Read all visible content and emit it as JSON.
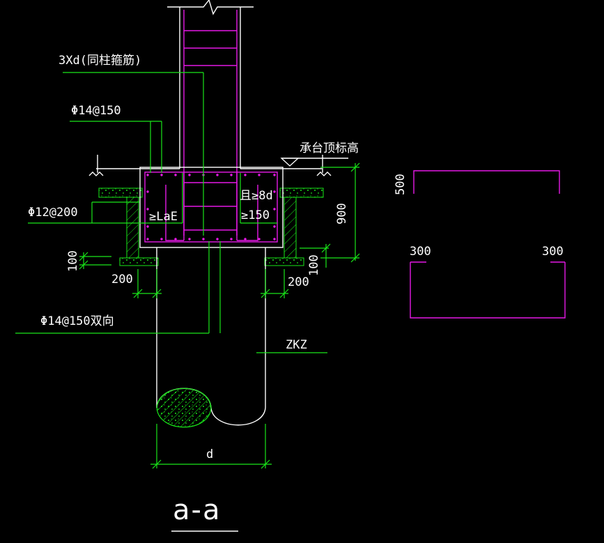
{
  "drawing": {
    "title": "a-a",
    "background": "#000000",
    "colors": {
      "outline": "#ffffff",
      "dimension": "#19e619",
      "rebar": "#e619e6",
      "label": "#ffffff"
    }
  },
  "labels": {
    "column_stirrup": "3Xd(同柱箍筋)",
    "top_bar": "Φ14@150",
    "slab_bar": "Φ12@200",
    "bottom_bar": "Φ14@150双向",
    "anchor_lae": "≥LaE",
    "anchor_8d": "且≥8d",
    "anchor_150": "≥150",
    "cap_top_elev": "承台顶标高",
    "pile": "ZKZ",
    "diameter": "d"
  },
  "dimensions": {
    "cap_height": "900",
    "cushion_left": "100",
    "cushion_right": "100",
    "offset_left": "200",
    "offset_right": "200",
    "detail_height": "500",
    "detail_left": "300",
    "detail_right": "300"
  }
}
